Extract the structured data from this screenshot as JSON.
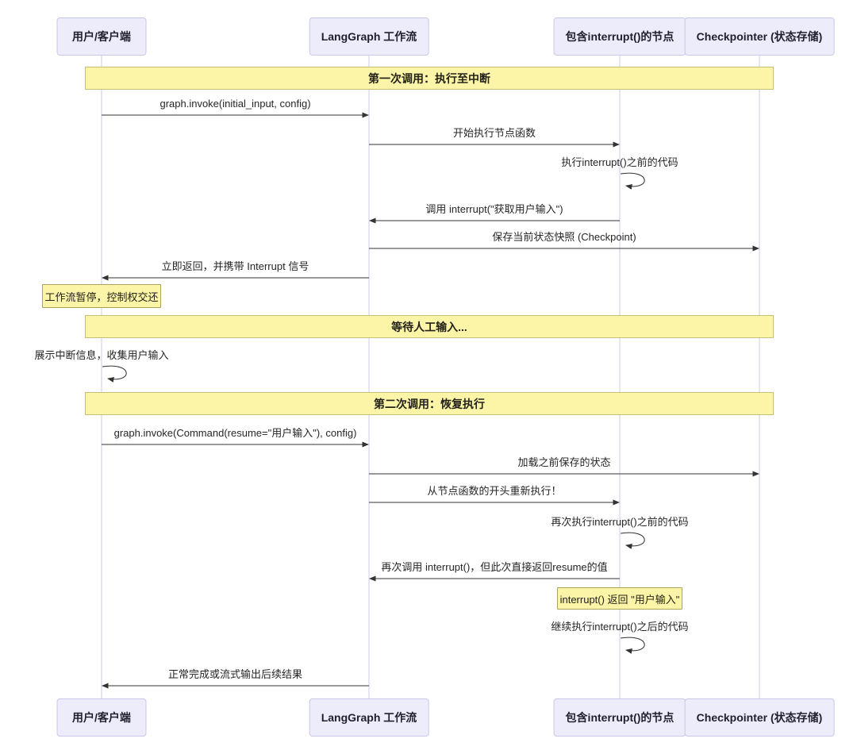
{
  "diagram": {
    "type": "sequence",
    "participants": [
      {
        "id": "user",
        "label": "用户/客户端"
      },
      {
        "id": "graph",
        "label": "LangGraph 工作流"
      },
      {
        "id": "node",
        "label": "包含interrupt()的节点"
      },
      {
        "id": "checkpointer",
        "label": "Checkpointer (状态存储)"
      }
    ],
    "items": [
      {
        "kind": "banner",
        "label": "第一次调用：执行至中断"
      },
      {
        "kind": "message",
        "from": "user",
        "to": "graph",
        "label": "graph.invoke(initial_input, config)"
      },
      {
        "kind": "message",
        "from": "graph",
        "to": "node",
        "label": "开始执行节点函数"
      },
      {
        "kind": "self",
        "on": "node",
        "label": "执行interrupt()之前的代码"
      },
      {
        "kind": "message",
        "from": "node",
        "to": "graph",
        "label": "调用 interrupt(\"获取用户输入\")"
      },
      {
        "kind": "message",
        "from": "graph",
        "to": "checkpointer",
        "label": "保存当前状态快照 (Checkpoint)"
      },
      {
        "kind": "message",
        "from": "graph",
        "to": "user",
        "label": "立即返回，并携带 Interrupt 信号"
      },
      {
        "kind": "note",
        "on": "user",
        "label": "工作流暂停，控制权交还"
      },
      {
        "kind": "banner",
        "label": "等待人工输入..."
      },
      {
        "kind": "self",
        "on": "user",
        "label": "展示中断信息，收集用户输入"
      },
      {
        "kind": "banner",
        "label": "第二次调用：恢复执行"
      },
      {
        "kind": "message",
        "from": "user",
        "to": "graph",
        "label": "graph.invoke(Command(resume=\"用户输入\"), config)"
      },
      {
        "kind": "message",
        "from": "graph",
        "to": "checkpointer",
        "label": "加载之前保存的状态"
      },
      {
        "kind": "message",
        "from": "graph",
        "to": "node",
        "label": "从节点函数的开头重新执行！"
      },
      {
        "kind": "self",
        "on": "node",
        "label": "再次执行interrupt()之前的代码"
      },
      {
        "kind": "message",
        "from": "node",
        "to": "graph",
        "label": "再次调用 interrupt()，但此次直接返回resume的值"
      },
      {
        "kind": "note",
        "on": "node",
        "label": "interrupt() 返回 \"用户输入\""
      },
      {
        "kind": "self",
        "on": "node",
        "label": "继续执行interrupt()之后的代码"
      },
      {
        "kind": "message",
        "from": "graph",
        "to": "user",
        "label": "正常完成或流式输出后续结果"
      }
    ],
    "colors": {
      "background": "#FFFFFF",
      "participant_fill": "#ECECFB",
      "participant_border": "#C8C8E8",
      "banner_fill": "#FCF4A7",
      "banner_border": "#C6BF7A",
      "note_fill": "#FCF4A7",
      "note_border": "#A8A45E",
      "lifeline": "#CDCDE6",
      "arrow": "#333333",
      "text": "#262626"
    }
  }
}
